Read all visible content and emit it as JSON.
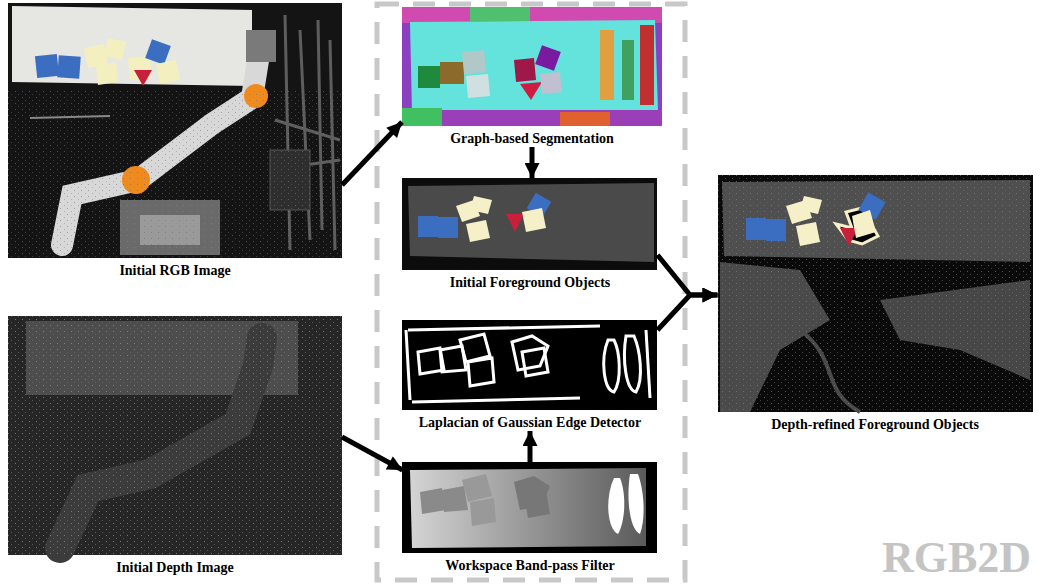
{
  "diagram": {
    "nodes": [
      {
        "text": [
          "Initial RGB Image"
        ]
      },
      {
        "text": [
          "Graph-based Segmentation"
        ]
      },
      {
        "text": [
          "Initial Foreground Objects"
        ]
      },
      {
        "text": [
          "Laplacian of Gaussian Edge Detector"
        ]
      },
      {
        "text": [
          "Depth-refined Foreground Objects"
        ]
      },
      {
        "text": [
          "Initial Depth Image"
        ]
      },
      {
        "text": [
          "Workspace Band-pass Filter"
        ]
      }
    ],
    "edges": [
      {
        "from": 0,
        "to": 1,
        "arrow": "to"
      },
      {
        "from": 1,
        "to": 2,
        "arrow": "to"
      },
      {
        "from": 5,
        "to": 6,
        "arrow": "to"
      },
      {
        "from": 6,
        "to": 3,
        "arrow": "to"
      },
      {
        "from": 2,
        "to": 4,
        "arrow": "to"
      },
      {
        "from": 3,
        "to": 4,
        "arrow": "to"
      }
    ],
    "labels": [
      "RGB2D"
    ]
  }
}
